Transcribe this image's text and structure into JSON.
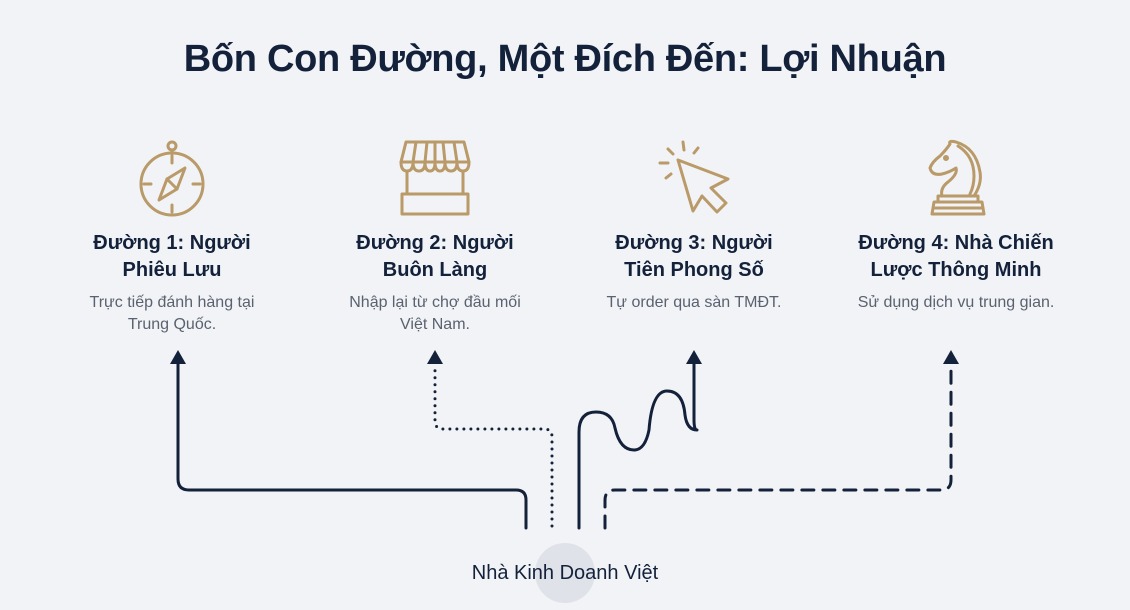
{
  "title": "Bốn Con Đường, Một Đích Đến: Lợi Nhuận",
  "colors": {
    "background": "#f1f3f6",
    "text_dark": "#13213a",
    "text_muted": "#5a6270",
    "icon_gold": "#b99a68",
    "line_navy": "#13213a",
    "origin_circle": "#dfe2e8"
  },
  "paths": [
    {
      "icon": "compass-icon",
      "name_line1": "Đường 1: Người",
      "name_line2": "Phiêu Lưu",
      "desc_line1": "Trực tiếp đánh hàng tại",
      "desc_line2": "Trung Quốc.",
      "line_style": "solid"
    },
    {
      "icon": "storefront-icon",
      "name_line1": "Đường 2: Người",
      "name_line2": "Buôn Làng",
      "desc_line1": "Nhập lại từ chợ đầu mối",
      "desc_line2": "Việt Nam.",
      "line_style": "dotted"
    },
    {
      "icon": "cursor-click-icon",
      "name_line1": "Đường 3: Người",
      "name_line2": "Tiên Phong Số",
      "desc_line1": "Tự order qua sàn TMĐT.",
      "desc_line2": "",
      "line_style": "wavy"
    },
    {
      "icon": "chess-knight-icon",
      "name_line1": "Đường 4: Nhà Chiến",
      "name_line2": "Lược Thông Minh",
      "desc_line1": "Sử dụng dịch vụ trung gian.",
      "desc_line2": "",
      "line_style": "dashed"
    }
  ],
  "origin": {
    "label": "Nhà Kinh Doanh Việt"
  }
}
